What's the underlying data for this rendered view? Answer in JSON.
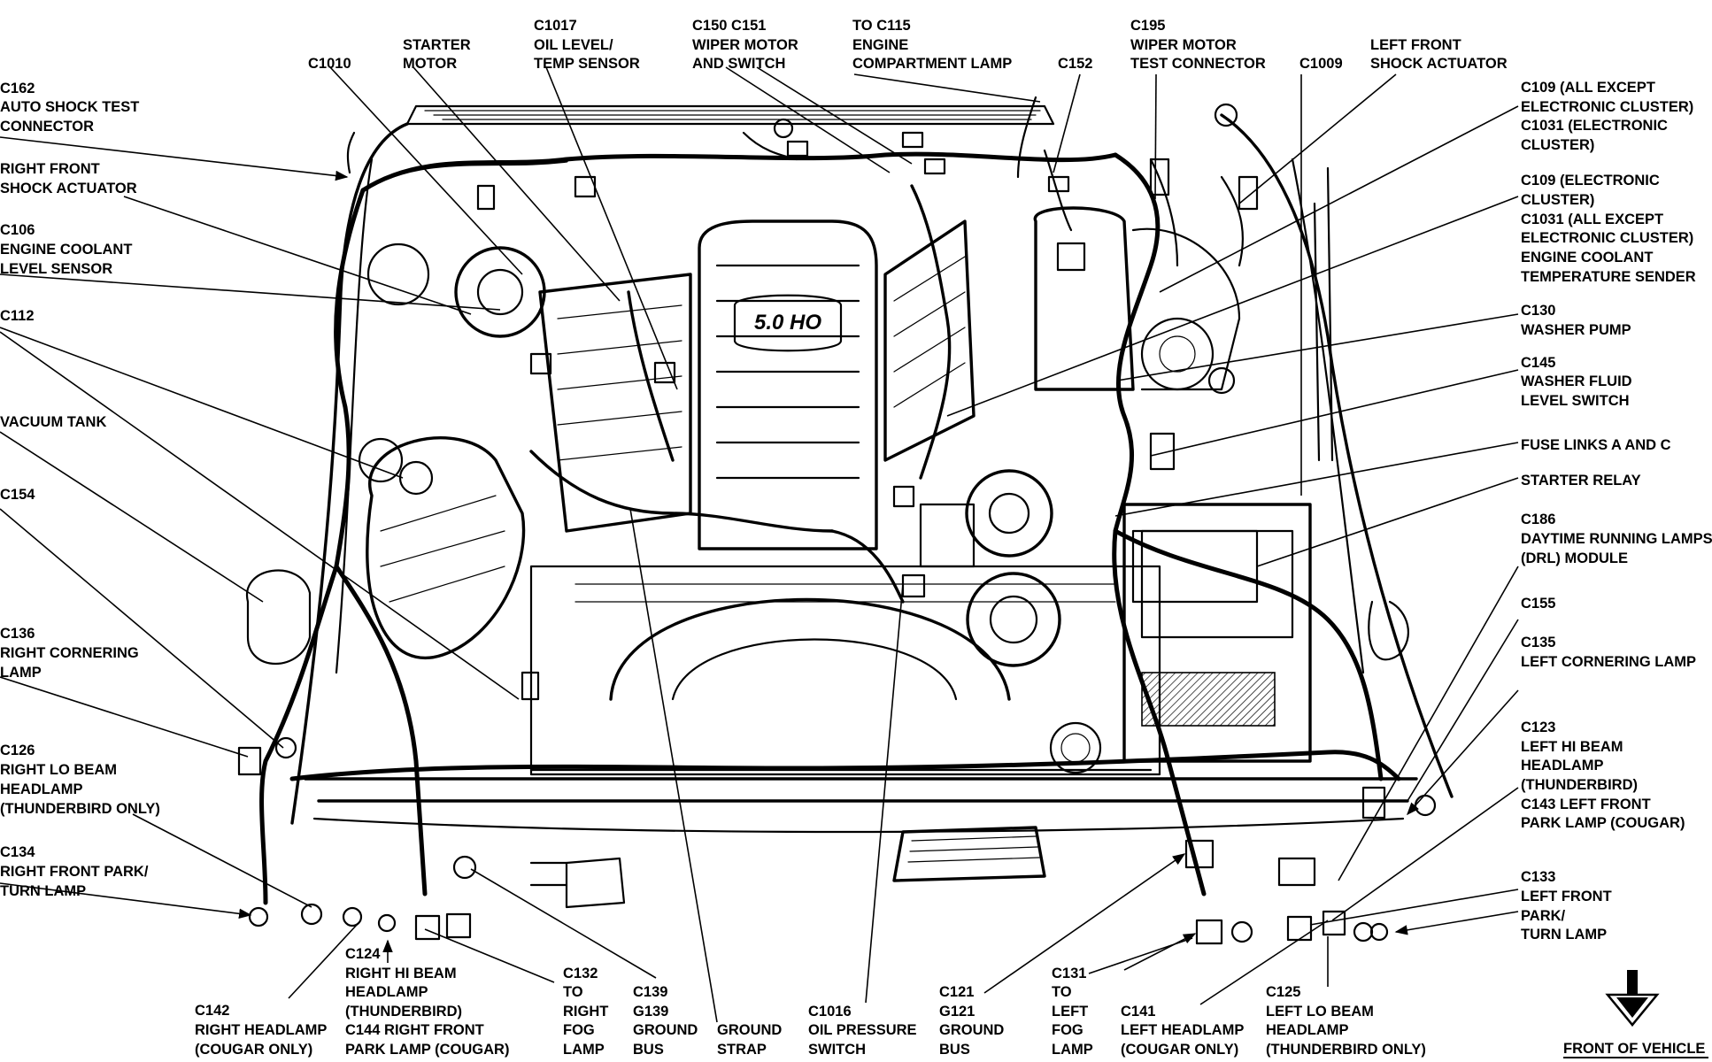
{
  "labels": {
    "c162": [
      "C162",
      "AUTO SHOCK TEST",
      "CONNECTOR"
    ],
    "right_front_shock": [
      "RIGHT FRONT",
      "SHOCK ACTUATOR"
    ],
    "c106": [
      "C106",
      "ENGINE COOLANT",
      "LEVEL SENSOR"
    ],
    "c112": [
      "C112"
    ],
    "vacuum_tank": [
      "VACUUM TANK"
    ],
    "c154": [
      "C154"
    ],
    "c136": [
      "C136",
      "RIGHT CORNERING",
      "LAMP"
    ],
    "c126": [
      "C126",
      "RIGHT LO BEAM",
      "HEADLAMP",
      "(THUNDERBIRD ONLY)"
    ],
    "c134": [
      "C134",
      "RIGHT FRONT PARK/",
      "TURN LAMP"
    ],
    "c1010": [
      "C1010"
    ],
    "starter_motor": [
      "STARTER",
      "MOTOR"
    ],
    "c1017": [
      "C1017",
      "OIL LEVEL/",
      "TEMP SENSOR"
    ],
    "c150": [
      "C150  C151",
      "WIPER MOTOR",
      "AND SWITCH"
    ],
    "to_c115": [
      "TO C115",
      "ENGINE",
      "COMPARTMENT LAMP"
    ],
    "c152": [
      "C152"
    ],
    "c195": [
      "C195",
      "WIPER MOTOR",
      "TEST CONNECTOR"
    ],
    "c1009": [
      "C1009"
    ],
    "left_front_shock": [
      "LEFT FRONT",
      "SHOCK ACTUATOR"
    ],
    "c109a": [
      "C109 (ALL EXCEPT",
      "ELECTRONIC CLUSTER)",
      "C1031 (ELECTRONIC",
      "CLUSTER)"
    ],
    "c109b": [
      "C109 (ELECTRONIC",
      "CLUSTER)",
      "C1031 (ALL EXCEPT",
      "ELECTRONIC CLUSTER)",
      "ENGINE COOLANT",
      "TEMPERATURE SENDER"
    ],
    "c130": [
      "C130",
      "WASHER PUMP"
    ],
    "c145": [
      "C145",
      "WASHER FLUID",
      "LEVEL SWITCH"
    ],
    "fuse_links": [
      "FUSE LINKS A AND C"
    ],
    "starter_relay": [
      "STARTER RELAY"
    ],
    "c186": [
      "C186",
      "DAYTIME RUNNING LAMPS",
      "(DRL) MODULE"
    ],
    "c155": [
      "C155"
    ],
    "c135": [
      "C135",
      "LEFT CORNERING LAMP"
    ],
    "c123": [
      "C123",
      "LEFT HI BEAM",
      "HEADLAMP",
      "(THUNDERBIRD)",
      "C143 LEFT FRONT",
      "PARK LAMP (COUGAR)"
    ],
    "c133": [
      "C133",
      "LEFT FRONT",
      "PARK/",
      "TURN LAMP"
    ],
    "c142": [
      "C142",
      "RIGHT HEADLAMP",
      "(COUGAR ONLY)"
    ],
    "c124": [
      "C124",
      "RIGHT HI BEAM",
      "HEADLAMP",
      "(THUNDERBIRD)",
      "C144 RIGHT FRONT",
      "PARK LAMP (COUGAR)"
    ],
    "c132": [
      "C132",
      "TO",
      "RIGHT",
      "FOG",
      "LAMP"
    ],
    "c139": [
      "C139",
      "G139",
      "GROUND",
      "BUS"
    ],
    "ground_strap": [
      "GROUND",
      "STRAP"
    ],
    "c1016": [
      "C1016",
      "OIL PRESSURE",
      "SWITCH"
    ],
    "c121": [
      "C121",
      "G121",
      "GROUND",
      "BUS"
    ],
    "c131": [
      "C131",
      "TO",
      "LEFT",
      "FOG",
      "LAMP"
    ],
    "c141": [
      "C141",
      "LEFT HEADLAMP",
      "(COUGAR ONLY)"
    ],
    "c125": [
      "C125",
      "LEFT LO BEAM",
      "HEADLAMP",
      "(THUNDERBIRD ONLY)"
    ],
    "front_of_vehicle": [
      "FRONT OF VEHICLE"
    ]
  },
  "engine_badge": "5.0 HO",
  "icons": {
    "front_arrow": "down-arrow-icon"
  }
}
